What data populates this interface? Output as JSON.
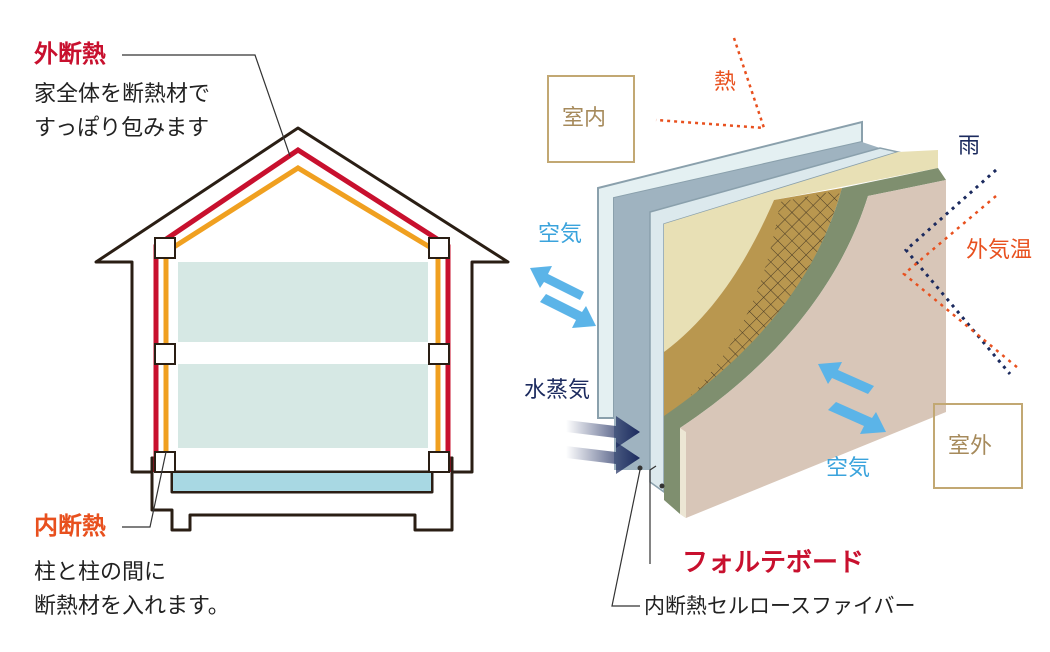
{
  "outer_insulation": {
    "title": "外断熱",
    "line1": "家全体を断熱材で",
    "line2": "すっぽり包みます"
  },
  "inner_insulation": {
    "title": "内断熱",
    "line1": "柱と柱の間に",
    "line2": "断熱材を入れます。"
  },
  "wall": {
    "indoor": "室内",
    "outdoor": "室外",
    "heat": "熱",
    "rain": "雨",
    "outside_temp": "外気温",
    "air_left": "空気",
    "air_right": "空気",
    "vapor": "水蒸気",
    "brand": "フォルテボード",
    "fiber": "内断熱セルロースファイバー"
  },
  "colors": {
    "red": "#c8102e",
    "orange": "#e8501e",
    "air_blue": "#3aa3dc",
    "navy": "#1b2a5e"
  }
}
